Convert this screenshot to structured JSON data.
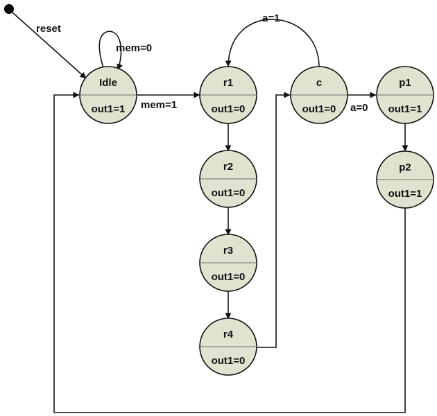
{
  "diagram": {
    "colors": {
      "state_fill": "#dfe3cf",
      "stroke": "#111111",
      "divider": "#6f6f6f",
      "reset_dot": "#000000"
    },
    "states": {
      "idle": {
        "name": "Idle",
        "output": "out1=1"
      },
      "r1": {
        "name": "r1",
        "output": "out1=0"
      },
      "r2": {
        "name": "r2",
        "output": "out1=0"
      },
      "r3": {
        "name": "r3",
        "output": "out1=0"
      },
      "r4": {
        "name": "r4",
        "output": "out1=0"
      },
      "c": {
        "name": "c",
        "output": "out1=0"
      },
      "p1": {
        "name": "p1",
        "output": "out1=1"
      },
      "p2": {
        "name": "p2",
        "output": "out1=1"
      }
    },
    "transitions": {
      "reset": "reset",
      "idle_self": "mem=0",
      "idle_to_r1": "mem=1",
      "c_to_r1": "a=1",
      "c_to_p1": "a=0"
    }
  }
}
